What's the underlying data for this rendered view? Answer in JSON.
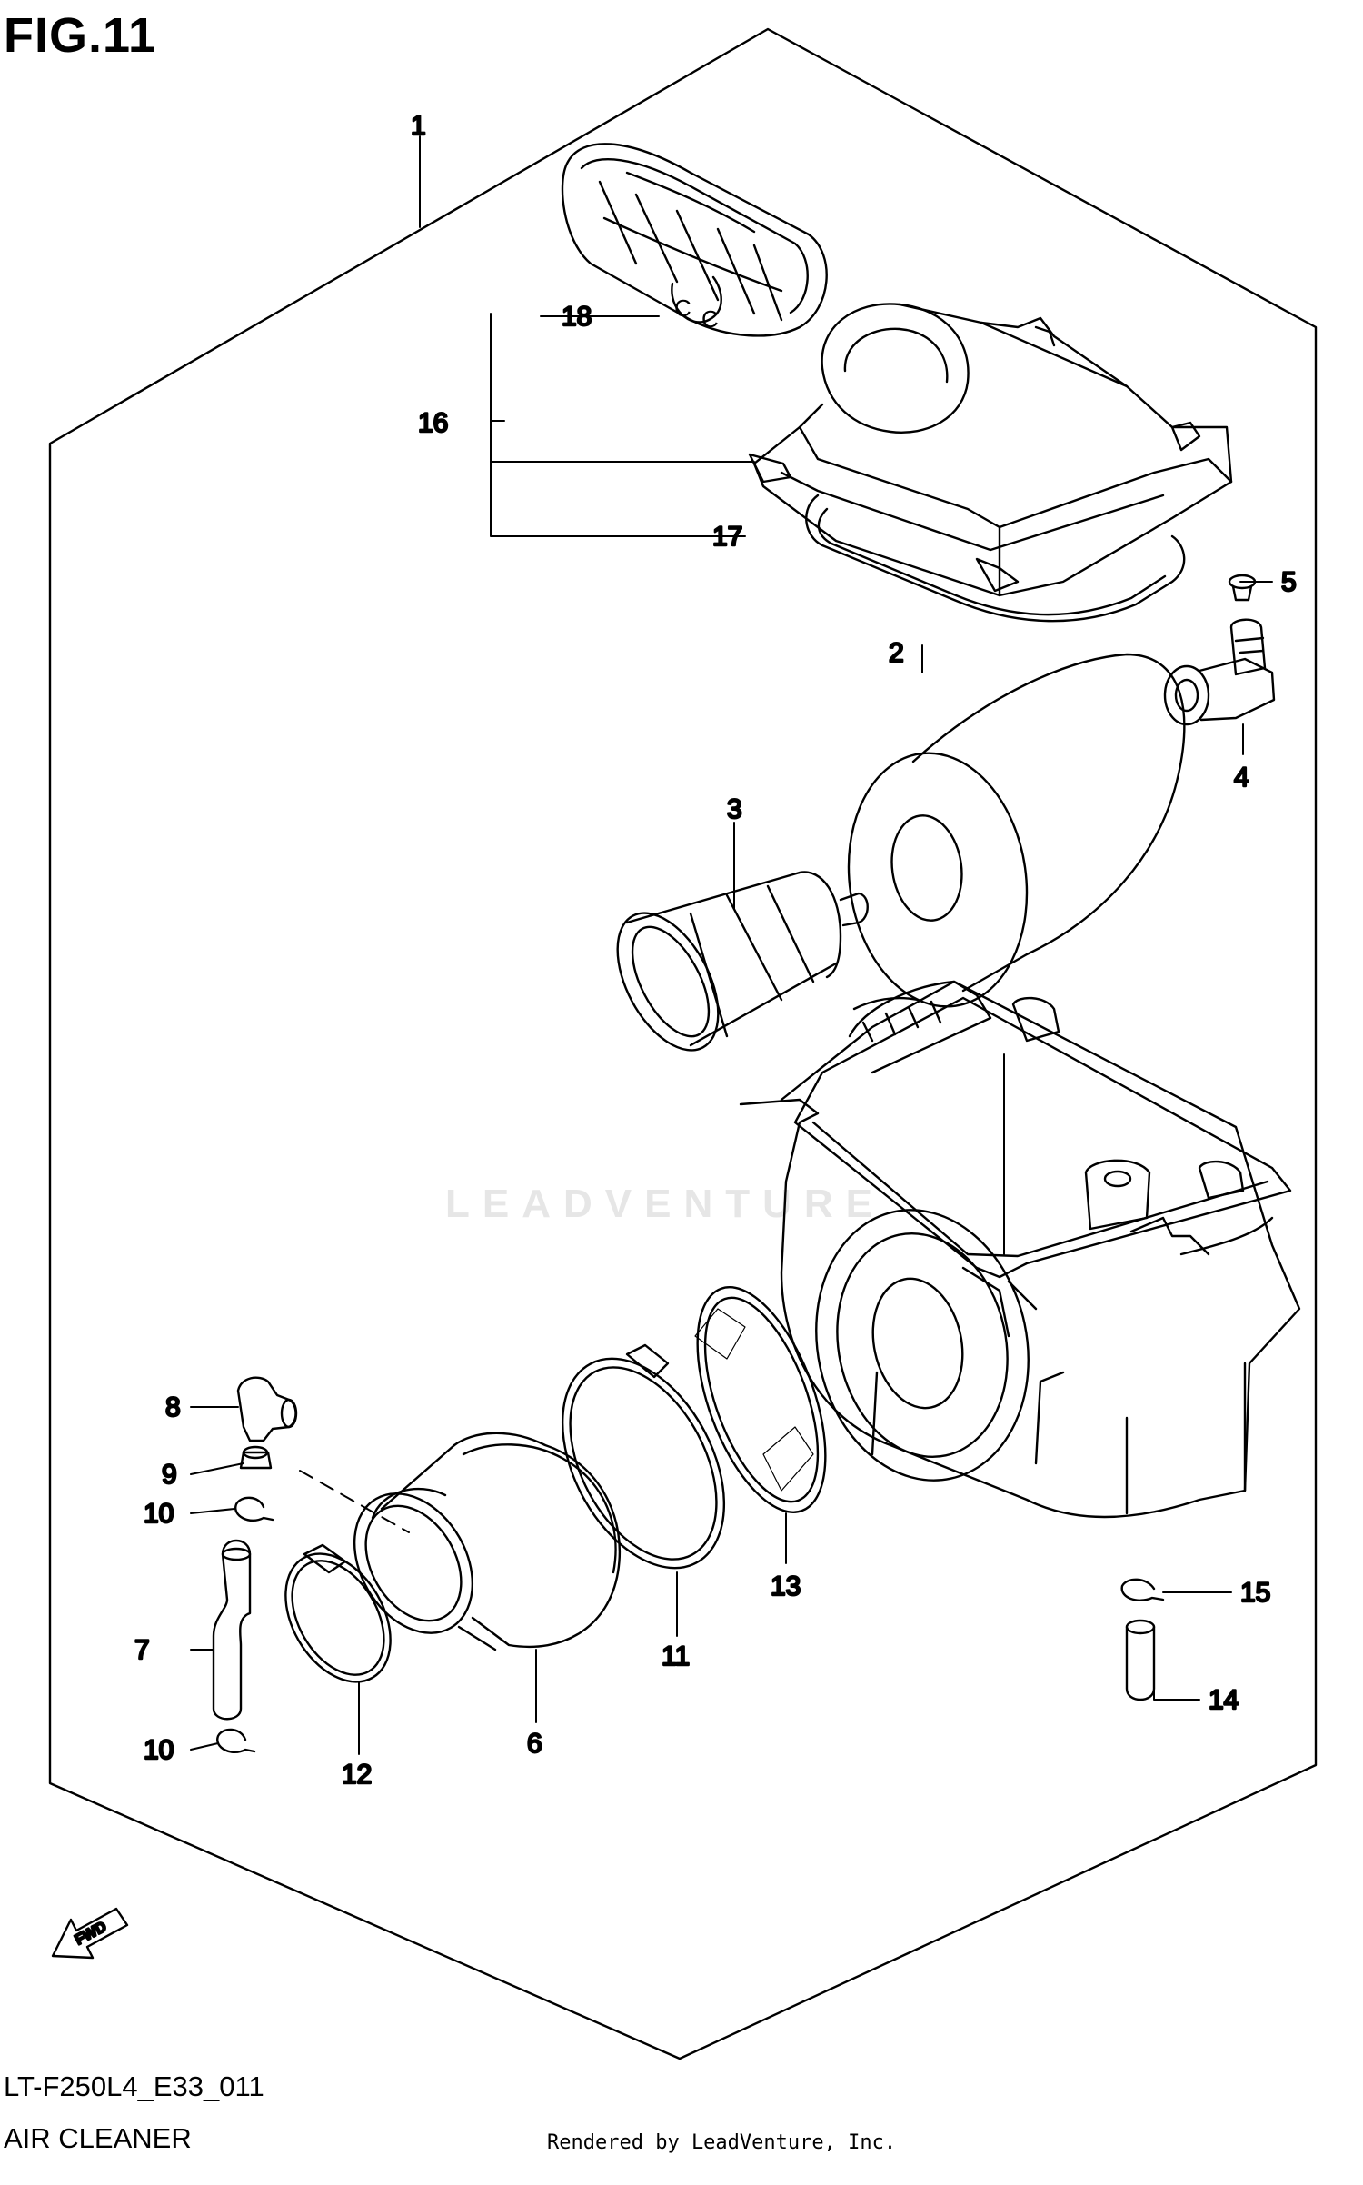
{
  "figure": {
    "title": "FIG.11",
    "code": "LT-F250L4_E33_011",
    "name": "AIR CLEANER",
    "credit": "Rendered by LeadVenture, Inc.",
    "watermark": "LEADVENTURE",
    "fwd_label": "FWD"
  },
  "callouts": [
    {
      "id": "c1",
      "text": "1"
    },
    {
      "id": "c2",
      "text": "2"
    },
    {
      "id": "c3",
      "text": "3"
    },
    {
      "id": "c4",
      "text": "4"
    },
    {
      "id": "c5",
      "text": "5"
    },
    {
      "id": "c6",
      "text": "6"
    },
    {
      "id": "c7",
      "text": "7"
    },
    {
      "id": "c8",
      "text": "8"
    },
    {
      "id": "c9",
      "text": "9"
    },
    {
      "id": "c10a",
      "text": "10"
    },
    {
      "id": "c10b",
      "text": "10"
    },
    {
      "id": "c11",
      "text": "11"
    },
    {
      "id": "c12",
      "text": "12"
    },
    {
      "id": "c13",
      "text": "13"
    },
    {
      "id": "c14",
      "text": "14"
    },
    {
      "id": "c15",
      "text": "15"
    },
    {
      "id": "c16",
      "text": "16"
    },
    {
      "id": "c17",
      "text": "17"
    },
    {
      "id": "c18",
      "text": "18"
    }
  ]
}
